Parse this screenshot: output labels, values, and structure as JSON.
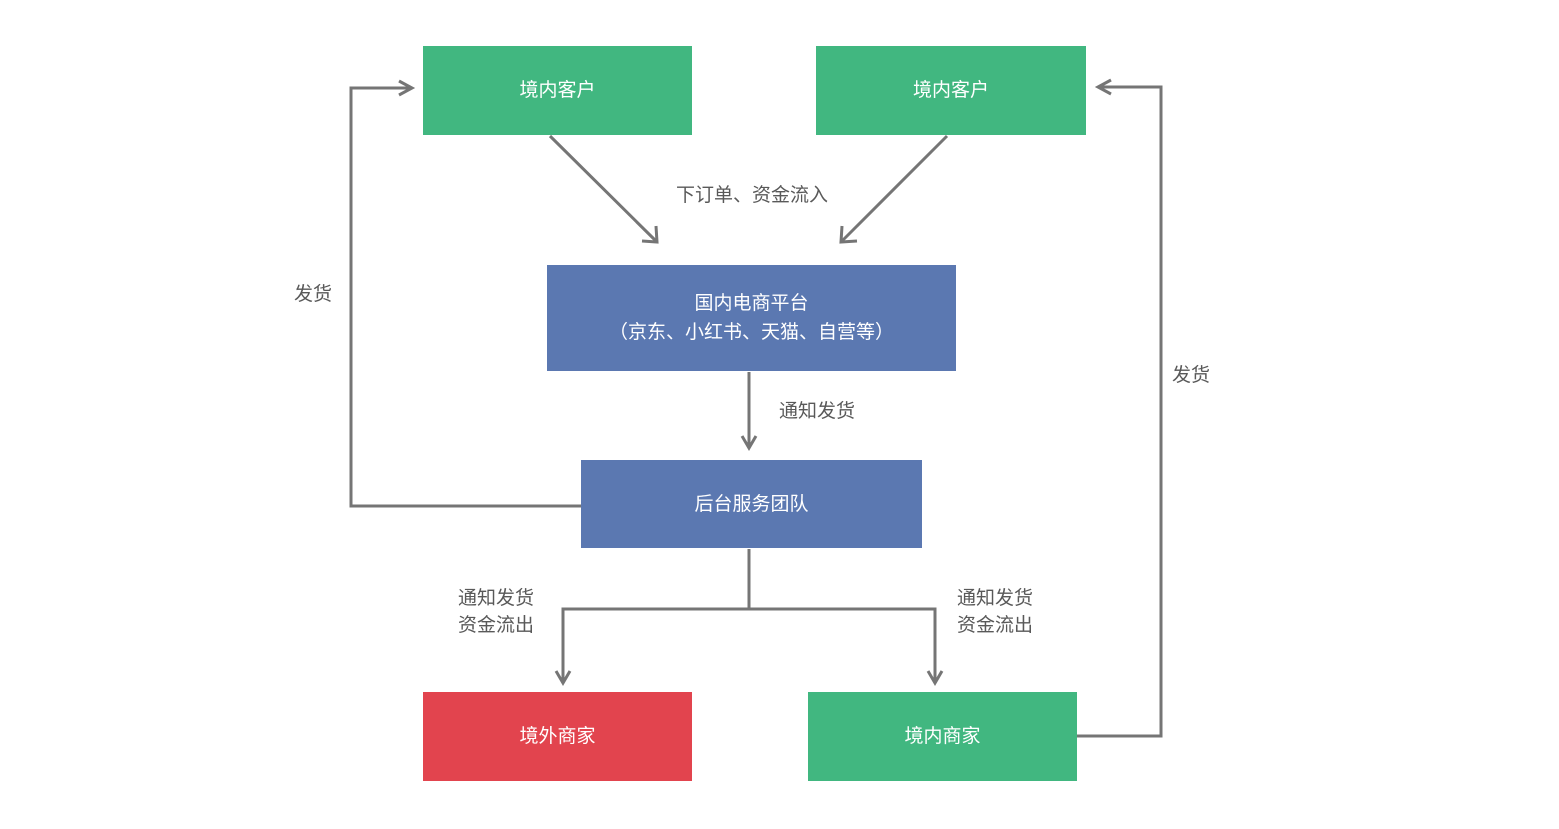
{
  "colors": {
    "customer_node": "#41b780",
    "platform_node": "#5b78b1",
    "overseas_merchant_node": "#e2444e",
    "domestic_merchant_node": "#41b780",
    "connector": "#757575",
    "edge_label": "#595959"
  },
  "nodes": {
    "customer_left": {
      "label": "境内客户"
    },
    "customer_right": {
      "label": "境内客户"
    },
    "platform": {
      "line1": "国内电商平台",
      "line2": "（京东、小红书、天猫、自营等）"
    },
    "service_team": {
      "label": "后台服务团队"
    },
    "overseas_merchant": {
      "label": "境外商家"
    },
    "domestic_merchant": {
      "label": "境内商家"
    }
  },
  "edge_labels": {
    "order_funds_in": "下订单、资金流入",
    "ship_left": "发货",
    "ship_right": "发货",
    "notify_ship": "通知发货",
    "notify_funds_left": {
      "line1": "通知发货",
      "line2": "资金流出"
    },
    "notify_funds_right": {
      "line1": "通知发货",
      "line2": "资金流出"
    }
  }
}
